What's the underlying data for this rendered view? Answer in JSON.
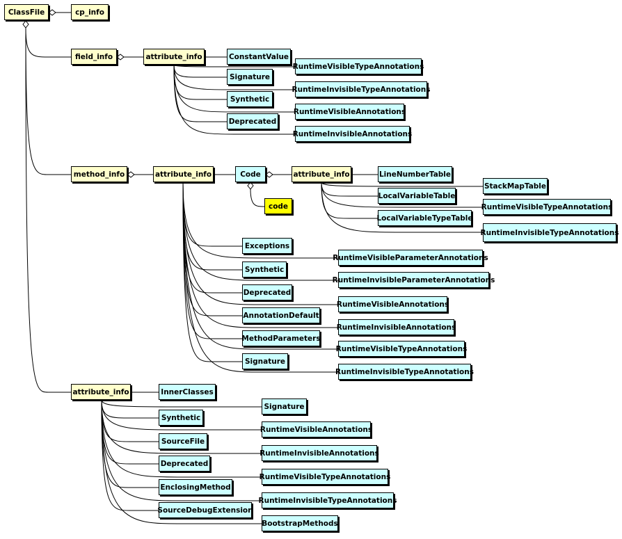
{
  "colors": {
    "structure": "#ffffcc",
    "attribute": "#ccffff",
    "highlight": "#ffff00",
    "line": "#000000"
  },
  "nodes": {
    "classfile": "ClassFile",
    "cp_info": "cp_info",
    "field_info": "field_info",
    "field_attr": "attribute_info",
    "f_constantvalue": "ConstantValue",
    "f_signature": "Signature",
    "f_synthetic": "Synthetic",
    "f_deprecated": "Deprecated",
    "f_rvta": "RuntimeVisibleTypeAnnotations",
    "f_rita": "RuntimeInvisibleTypeAnnotations",
    "f_rva": "RuntimeVisibleAnnotations",
    "f_ria": "RuntimeInvisibleAnnotations",
    "method_info": "method_info",
    "method_attr": "attribute_info",
    "code": "Code",
    "code_lc": "code",
    "code_attr": "attribute_info",
    "c_lnt": "LineNumberTable",
    "c_lvt": "LocalVariableTable",
    "c_lvtt": "LocalVariableTypeTable",
    "c_smt": "StackMapTable",
    "c_rvta": "RuntimeVisibleTypeAnnotations",
    "c_rita": "RuntimeInvisibleTypeAnnotations",
    "m_exceptions": "Exceptions",
    "m_synthetic": "Synthetic",
    "m_deprecated": "Deprecated",
    "m_annotationdefault": "AnnotationDefault",
    "m_methodparameters": "MethodParameters",
    "m_signature": "Signature",
    "m_rvpa": "RuntimeVisibleParameterAnnotations",
    "m_ripa": "RuntimeInvisibleParameterAnnotations",
    "m_rva": "RuntimeVisibleAnnotations",
    "m_ria": "RuntimeInvisibleAnnotations",
    "m_rvta": "RuntimeVisibleTypeAnnotations",
    "m_rita": "RuntimeInvisibleTypeAnnotations",
    "class_attr": "attribute_info",
    "k_innerclasses": "InnerClasses",
    "k_synthetic": "Synthetic",
    "k_sourcefile": "SourceFile",
    "k_deprecated": "Deprecated",
    "k_enclosingmethod": "EnclosingMethod",
    "k_sourcedebugextension": "SourceDebugExtension",
    "k_signature": "Signature",
    "k_rva": "RuntimeVisibleAnnotations",
    "k_ria": "RuntimeInvisibleAnnotations",
    "k_rvta": "RuntimeVisibleTypeAnnotations",
    "k_rita": "RuntimeInvisibleTypeAnnotations",
    "k_bootstrapmethods": "BootstrapMethods"
  }
}
